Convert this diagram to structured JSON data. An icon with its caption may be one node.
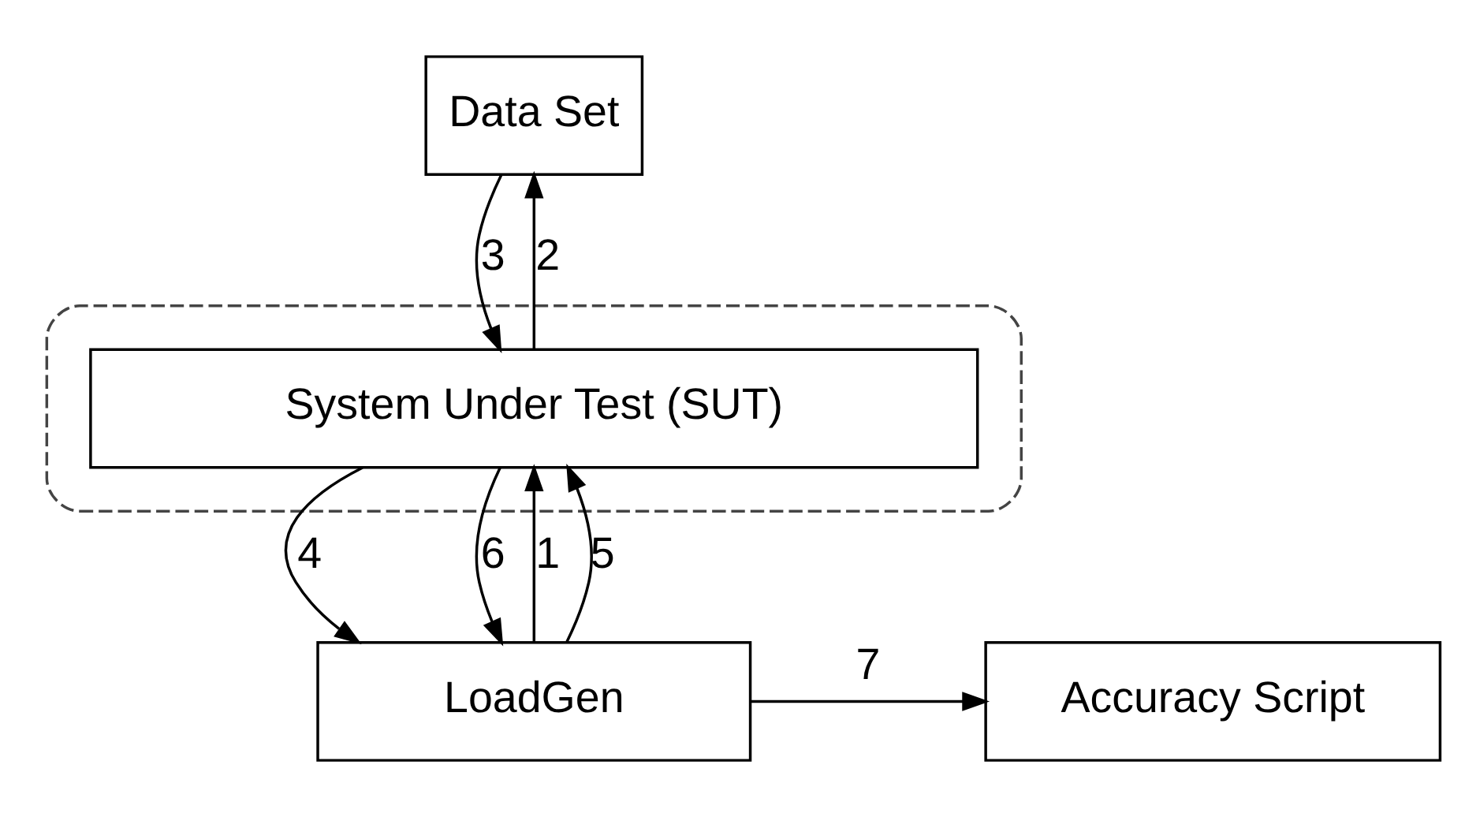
{
  "diagram": {
    "nodes": [
      {
        "text": [
          "Data Set"
        ]
      },
      {
        "text": [],
        "shape": "box"
      },
      {
        "text": [
          "System Under Test (SUT)"
        ],
        "in": 1
      },
      {
        "text": [
          "LoadGen"
        ]
      },
      {
        "text": [
          "Accuracy Script"
        ]
      }
    ],
    "edges": [
      {
        "from": 2,
        "to": 0,
        "arrow": "to",
        "label": "2"
      },
      {
        "from": 0,
        "to": 2,
        "arrow": "to",
        "label": "3"
      },
      {
        "from": 3,
        "to": 2,
        "arrow": "to",
        "label": "1"
      },
      {
        "from": 2,
        "to": 3,
        "arrow": "to",
        "label": "4"
      },
      {
        "from": 3,
        "to": 2,
        "arrow": "to",
        "label": "5"
      },
      {
        "from": 2,
        "to": 3,
        "arrow": "to",
        "label": "6"
      },
      {
        "from": 3,
        "to": 4,
        "arrow": "to",
        "label": "7"
      }
    ]
  }
}
